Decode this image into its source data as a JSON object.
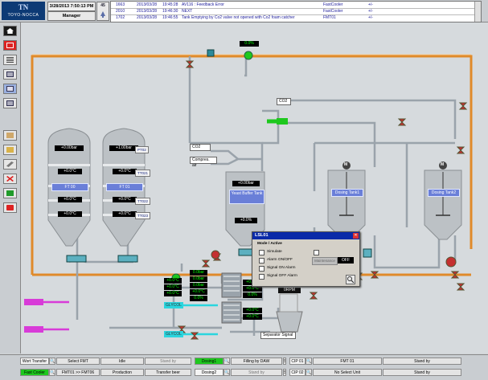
{
  "header": {
    "logo_mark": "TN",
    "logo_text": "TOYO-NOCCA",
    "datetime": "3/28/2013 7:50:13 PM",
    "user": "Manager",
    "alarm_count": "45"
  },
  "alarms": [
    {
      "id": "1663",
      "date": "2013/03/28",
      "time": "19:45:28",
      "text": "AV116 : Feedback Error",
      "source": "FastCooler",
      "state": "+/-"
    },
    {
      "id": "2010",
      "date": "2013/03/28",
      "time": "19:46:30",
      "text": "NEXT",
      "source": "FastCooler",
      "state": "+/-"
    },
    {
      "id": "1702",
      "date": "2013/03/28",
      "time": "19:46:55",
      "text": "Tank Emptying by Co2 valve not opened with  Co2 foam catcher",
      "source": "FMT01",
      "state": "+/-"
    }
  ],
  "sidebar_icons": [
    "home-icon",
    "hierarchy-icon",
    "alarm-list-icon",
    "window-icon",
    "window-icon",
    "window-icon",
    "notepad-icon",
    "folder-icon",
    "tools-icon",
    "cancel-icon",
    "export-icon",
    "record-icon"
  ],
  "process": {
    "top_pct": "0.0%",
    "fmt00_pressure": "+0.00bar",
    "fmt00_temp1": "+0.0°C",
    "fmt00_label": "FT 00",
    "fmt00_temp2": "+0.0°C",
    "fmt00_temp3": "+0.0°C",
    "fmt01_pressure": "+1.00bar",
    "fmt01_temp1": "+0.0°C",
    "fmt01_label": "FT 01",
    "fmt01_temp2": "+0.0°C",
    "fmt01_temp3": "+0.0°C",
    "pt02": "PT02",
    "tt021": "TT021",
    "tt022": "TT022",
    "tt023": "TT023",
    "co2_in": "CO2",
    "co2_in2": "CO2",
    "compr_air": "Compres. air",
    "ybt_pressure": "+0.00bar",
    "ybt_label": "Yeast Buffer Tank",
    "ybt_level": "+0.0%",
    "dosing1_label": "Dosing Tank1",
    "dosing2_label": "Dosing Tank2",
    "motor1": "M",
    "motor2": "M",
    "line_a": "0.0bar",
    "line_b": "0.0bar",
    "line_c": "0.0bar",
    "line_d": "+0.0°C",
    "line_e": "+0.0°C",
    "line_f": "+0.0°C",
    "line_g": "+0.0°C",
    "line_h": "0.0%",
    "hx_a": "+0.0°C",
    "hx_b": "+0.0°C",
    "hx_c": "0.0%",
    "hx_d": "+0.0°C",
    "hx_e": "+0.0°C",
    "rpm": "0RPM",
    "separator": "Separator Signal",
    "glycol_1": "GLYCOL",
    "glycol_2": "GLYCOL"
  },
  "popup": {
    "title": "LSL01",
    "section": "Mode / Active",
    "rows": [
      "Simulate",
      "Alarm ON/OFF",
      "Signal ON Alarm",
      "Signal OFF Alarm"
    ],
    "right_label": "Maintenance",
    "off": "OFF"
  },
  "bottom": {
    "row1": [
      {
        "label": "Wort Transfer",
        "value": "Select FMT",
        "status": "Idle",
        "extra": "Stand by"
      },
      {
        "label": "Dosing1",
        "value": "Filling by DAW",
        "status": "Stand by"
      },
      {
        "label": "CIP 01",
        "value": "FMT 01",
        "status": "Stand by"
      }
    ],
    "row2": [
      {
        "label": "Fast Cooler",
        "value": "FMT01 >> FMT06",
        "status": "Production",
        "extra": "Transfer beer"
      },
      {
        "label": "Dosing2",
        "value": "Stand by",
        "status": "Stand by"
      },
      {
        "label": "CIP 02",
        "value": "No Select Unit",
        "status": "Stand by"
      }
    ]
  },
  "colors": {
    "pipe_orange": "#e08a2a",
    "pipe_grey": "#9aa3ab",
    "tag_blue": "#6a7fd8",
    "active_green": "#1ec81e",
    "magenta": "#d83bd8",
    "cyan": "#2ad5de"
  }
}
